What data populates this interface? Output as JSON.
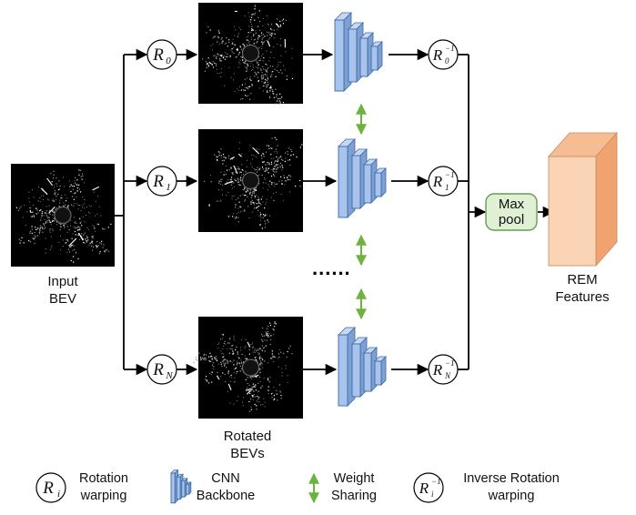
{
  "labels": {
    "input_line1": "Input",
    "input_line2": "BEV",
    "rotated_line1": "Rotated",
    "rotated_line2": "BEVs",
    "ellipsis": "......",
    "maxpool_line1": "Max",
    "maxpool_line2": "pool",
    "rem_line1": "REM",
    "rem_line2": "Features"
  },
  "branches": [
    {
      "index": "0"
    },
    {
      "index": "1"
    },
    {
      "index": "N"
    }
  ],
  "symbols": {
    "R": "R",
    "inv": "−1",
    "i": "i"
  },
  "legend": {
    "rotation_line1": "Rotation",
    "rotation_line2": "warping",
    "cnn_line1": "CNN",
    "cnn_line2": "Backbone",
    "weight_line1": "Weight",
    "weight_line2": "Sharing",
    "inverse_line1": "Inverse Rotation",
    "inverse_line2": "warping"
  },
  "colors": {
    "cnn_fill": "#a9c4ec",
    "cnn_stroke": "#3d6aa8",
    "arrow_green": "#6cb33f",
    "maxpool_fill": "#dff0d4",
    "maxpool_stroke": "#6a9a55",
    "rem_front": "#fbd3b5",
    "rem_side": "#f0a36e",
    "rem_top": "#f7bd92"
  }
}
